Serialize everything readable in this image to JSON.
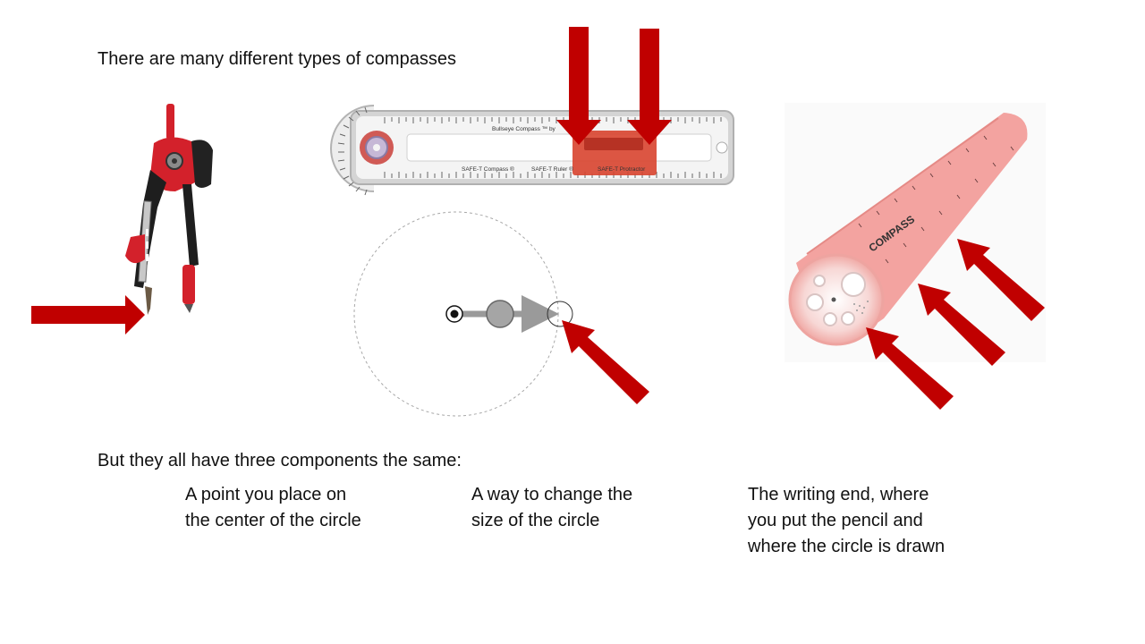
{
  "slide": {
    "heading": "There are many different types of compasses",
    "subheading": "But they all have three components the same:",
    "components": [
      {
        "line1": "A point you place on",
        "line2": "the center of the circle",
        "line3": ""
      },
      {
        "line1": "A way to change the",
        "line2": "size of the circle",
        "line3": ""
      },
      {
        "line1": "The writing end, where",
        "line2": "you put the pencil and",
        "line3": "where the circle is drawn"
      }
    ]
  },
  "ruler_compass": {
    "top_text": "Bullseye Compass ™ by",
    "labels": [
      "SAFE-T Compass ®",
      "SAFE-T Ruler ®",
      "SAFE-T Protractor"
    ]
  },
  "tube_compass": {
    "brand": "COMPASS"
  },
  "colors": {
    "arrow": "#c00000",
    "compass_red": "#d3212b",
    "ruler_frame": "#b9b9b9",
    "tube_pink": "#f3a3a0",
    "text": "#111111"
  }
}
